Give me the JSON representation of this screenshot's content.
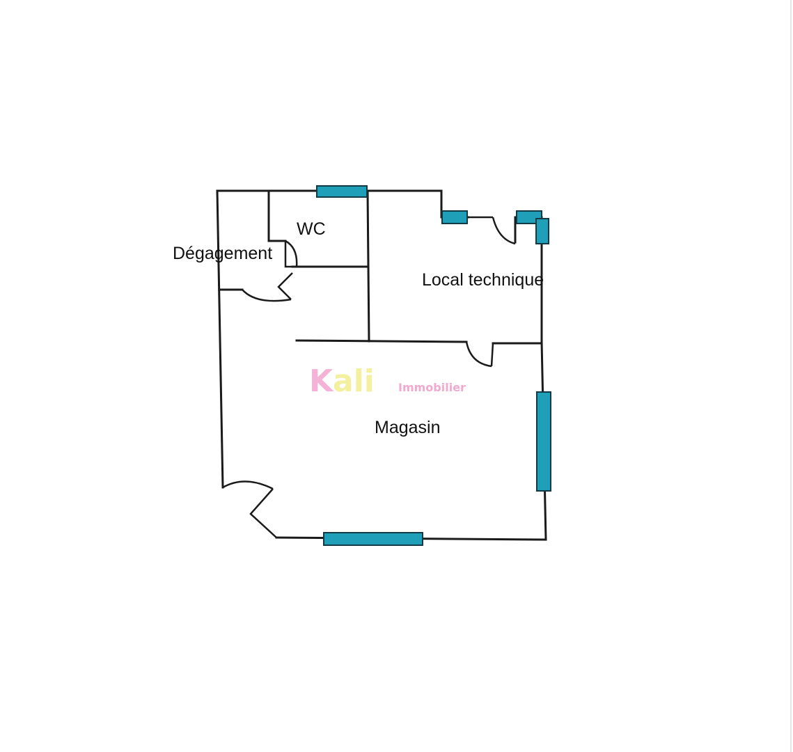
{
  "rooms": {
    "wc": "WC",
    "degagement": "Dégagement",
    "local_technique": "Local technique",
    "magasin": "Magasin"
  },
  "watermark": {
    "brand": "Kali",
    "brand_first": "K",
    "brand_rest": "ali",
    "subtitle": "Immobilier",
    "color_pink": "#f4b3d6",
    "color_yellow": "#f3f0a0"
  },
  "colors": {
    "wall": "#1a1a1a",
    "window": "#1f9fb8"
  }
}
